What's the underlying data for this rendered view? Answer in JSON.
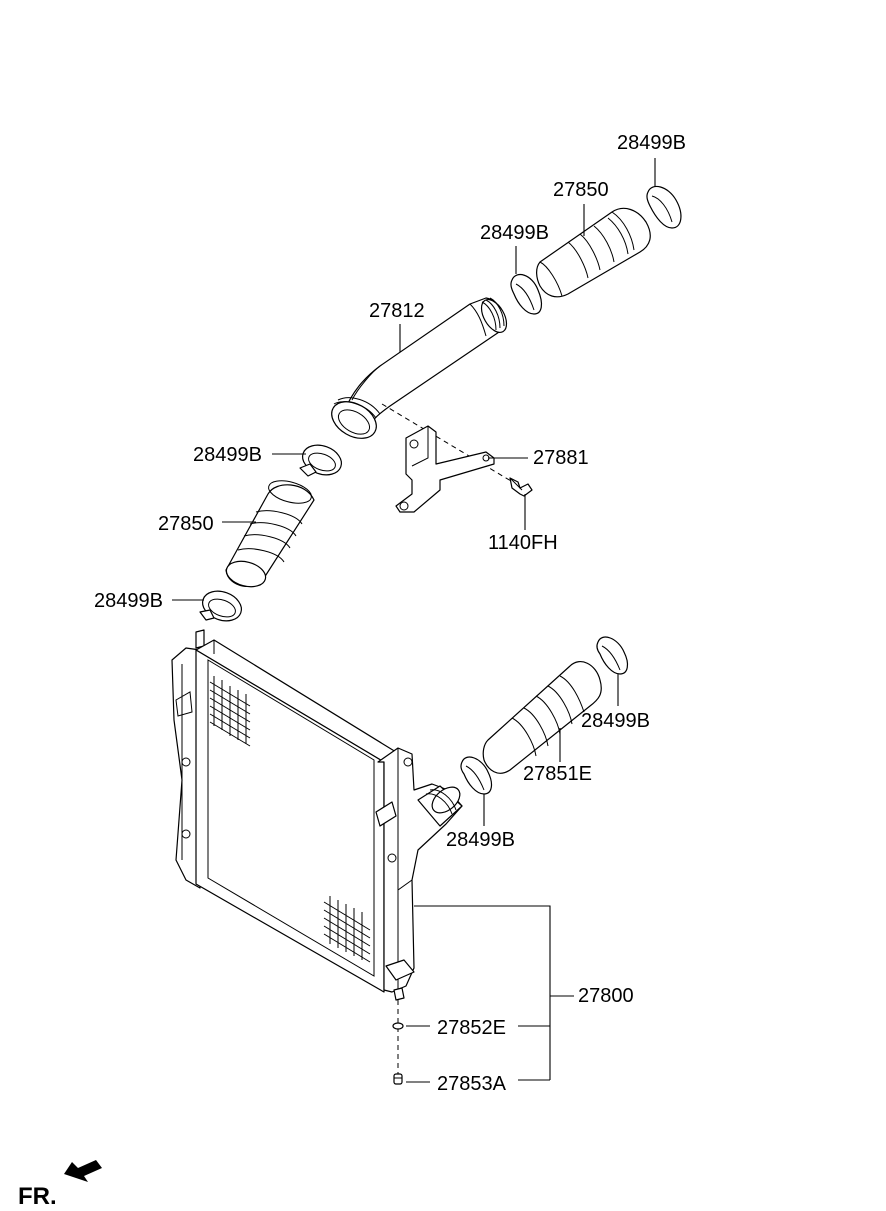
{
  "diagram": {
    "part_labels": [
      {
        "key": "clamp_top_right",
        "text": "28499B"
      },
      {
        "key": "hose_top",
        "text": "27850"
      },
      {
        "key": "clamp_top_mid",
        "text": "28499B"
      },
      {
        "key": "pipe",
        "text": "27812"
      },
      {
        "key": "clamp_left_upper",
        "text": "28499B"
      },
      {
        "key": "bracket",
        "text": "27881"
      },
      {
        "key": "bolt",
        "text": "1140FH"
      },
      {
        "key": "hose_left",
        "text": "27850"
      },
      {
        "key": "clamp_left_lower",
        "text": "28499B"
      },
      {
        "key": "clamp_right_upper",
        "text": "28499B"
      },
      {
        "key": "hose_right",
        "text": "27851E"
      },
      {
        "key": "clamp_right_lower",
        "text": "28499B"
      },
      {
        "key": "intercooler_assy",
        "text": "27800"
      },
      {
        "key": "o_ring",
        "text": "27852E"
      },
      {
        "key": "drain_plug",
        "text": "27853A"
      }
    ],
    "front_indicator": "FR."
  }
}
